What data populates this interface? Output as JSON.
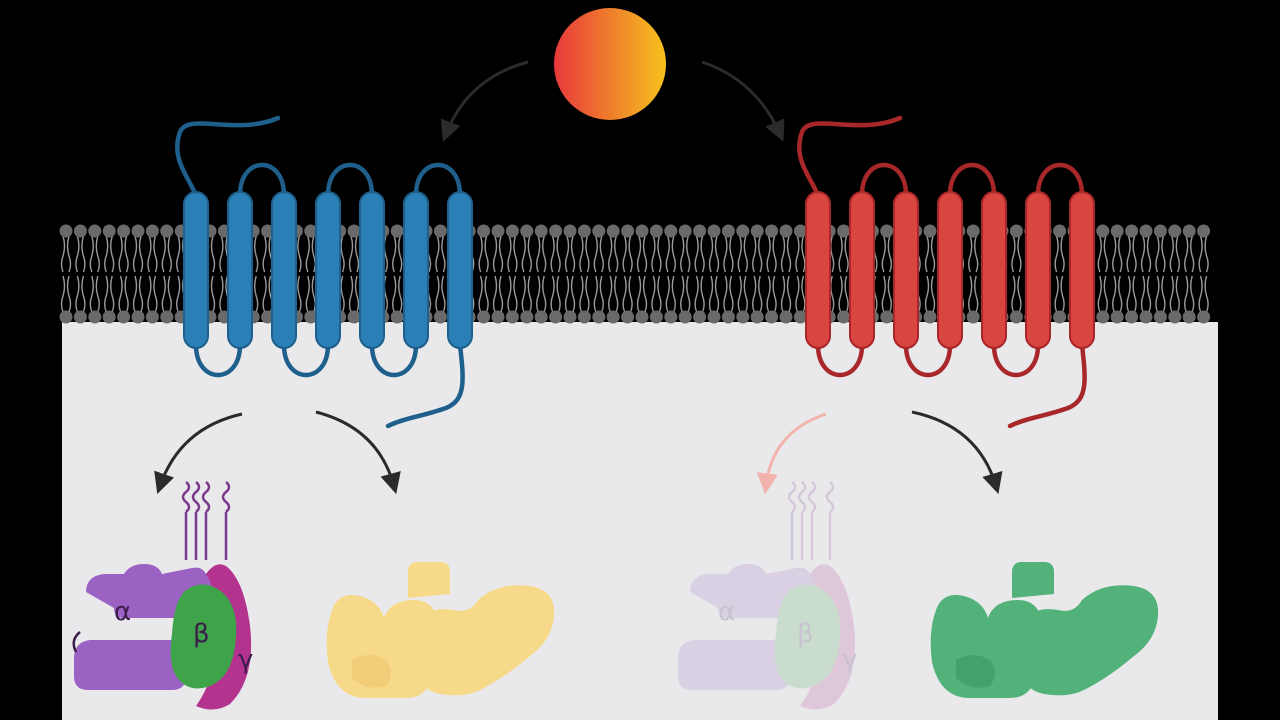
{
  "colors": {
    "background": "#000000",
    "cytoplasm": "#e9e9ec",
    "membrane_head": "#6a6a6a",
    "membrane_tail": "#9a9a9a",
    "receptor_left": "#2a7fb6",
    "receptor_left_dark": "#1e5f8c",
    "receptor_right": "#d9453f",
    "receptor_right_dark": "#a8282a",
    "sun_start": "#e8383c",
    "sun_end": "#f6c21c",
    "g_alpha": "#9b62c4",
    "g_beta": "#3fa34a",
    "g_gamma": "#b3338f",
    "arrestin_left": "#f7d98a",
    "arrestin_right": "#53b27a",
    "arrow": "#2b2b2b"
  },
  "g_protein_left": {
    "alpha_label": "α",
    "beta_label": "β",
    "gamma_label": "γ"
  },
  "g_protein_right": {
    "alpha_label": "α",
    "beta_label": "β",
    "gamma_label": "γ",
    "faded": true
  },
  "icons": [
    "ligand-sun-icon",
    "lipid-bilayer-membrane",
    "gpcr-receptor-icon",
    "g-protein-heterotrimer-icon",
    "arrestin-icon",
    "curved-arrow-icon"
  ]
}
